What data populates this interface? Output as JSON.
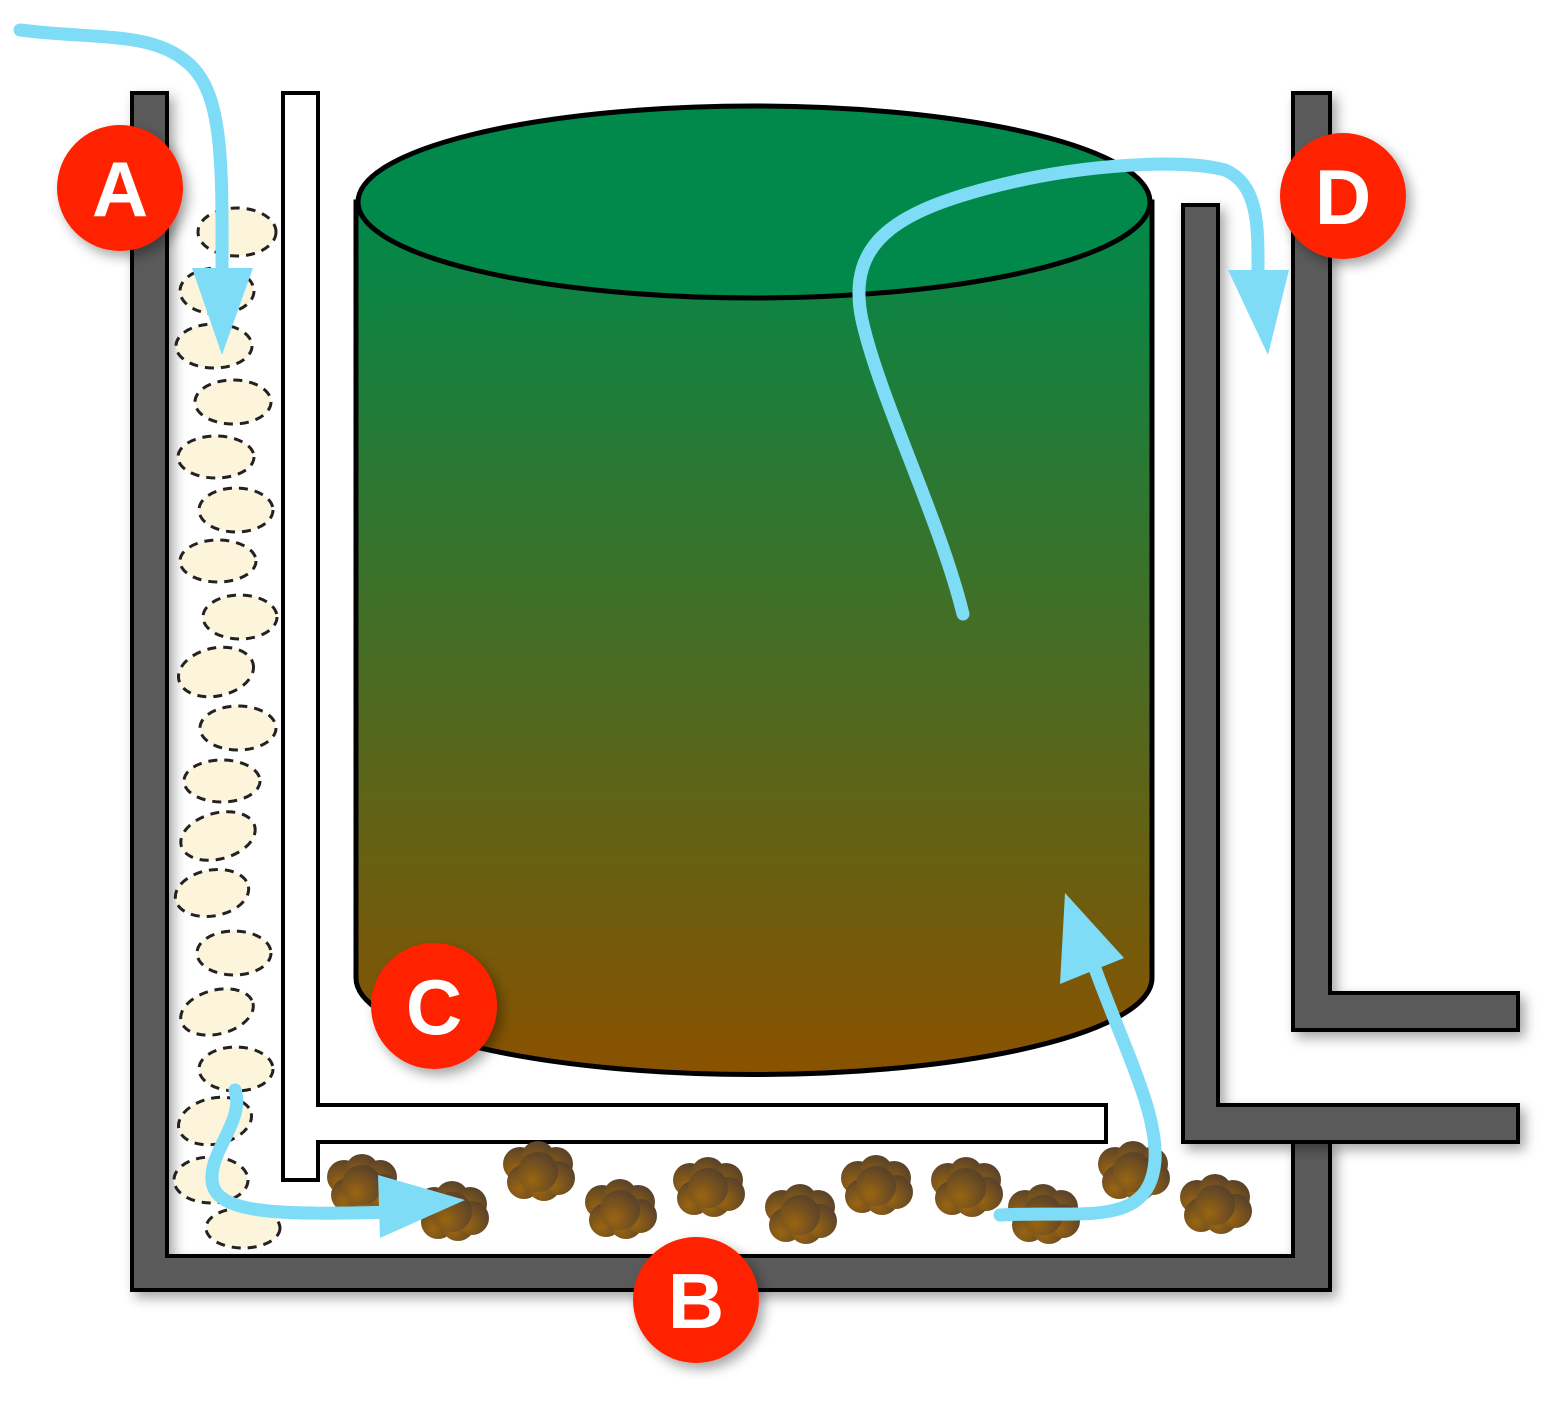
{
  "labels": {
    "a": "A",
    "b": "B",
    "c": "C",
    "d": "D"
  },
  "colors": {
    "wall": "#5a5a5a",
    "flow": "#7fdcf6",
    "marker": "#ff2400",
    "tank_top": "#00894a",
    "tank_bottom": "#8a5200",
    "fresh_pellet": "#fcf5dc",
    "spent_pellet": "#6e4a12"
  }
}
